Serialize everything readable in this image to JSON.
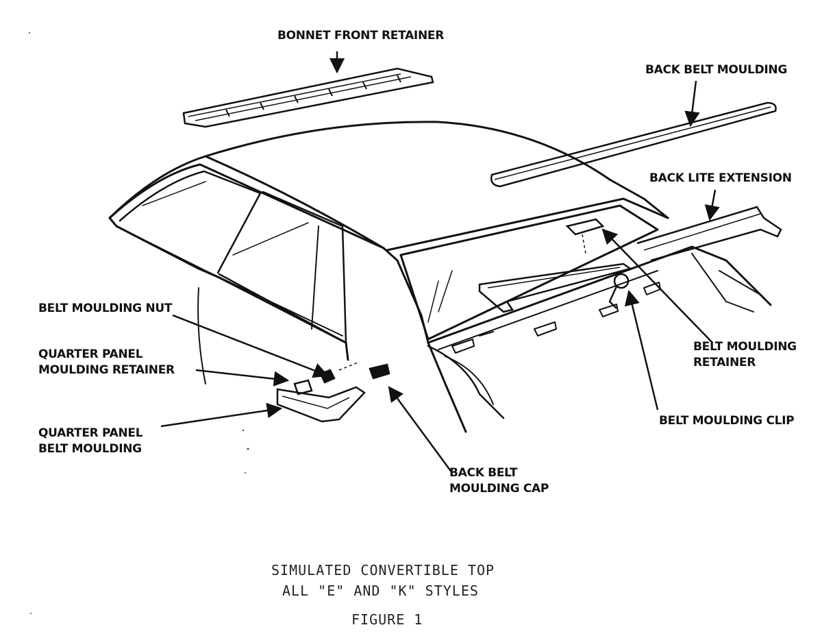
{
  "labels": {
    "bonnet_front_retainer": "BONNET FRONT RETAINER",
    "back_belt_moulding": "BACK BELT MOULDING",
    "back_lite_extension": "BACK LITE EXTENSION",
    "belt_moulding_nut": "BELT MOULDING NUT",
    "quarter_panel_retainer_line1": "QUARTER PANEL",
    "quarter_panel_retainer_line2": "MOULDING RETAINER",
    "quarter_panel_belt_line1": "QUARTER PANEL",
    "quarter_panel_belt_line2": "BELT MOULDING",
    "back_belt_cap_line1": "BACK BELT",
    "back_belt_cap_line2": "MOULDING CAP",
    "belt_moulding_retainer_line1": "BELT MOULDING",
    "belt_moulding_retainer_line2": "RETAINER",
    "belt_moulding_clip": "BELT MOULDING CLIP"
  },
  "caption": {
    "line1": "SIMULATED CONVERTIBLE TOP",
    "line2": "ALL \"E\" AND \"K\" STYLES",
    "line3": "FIGURE 1"
  }
}
